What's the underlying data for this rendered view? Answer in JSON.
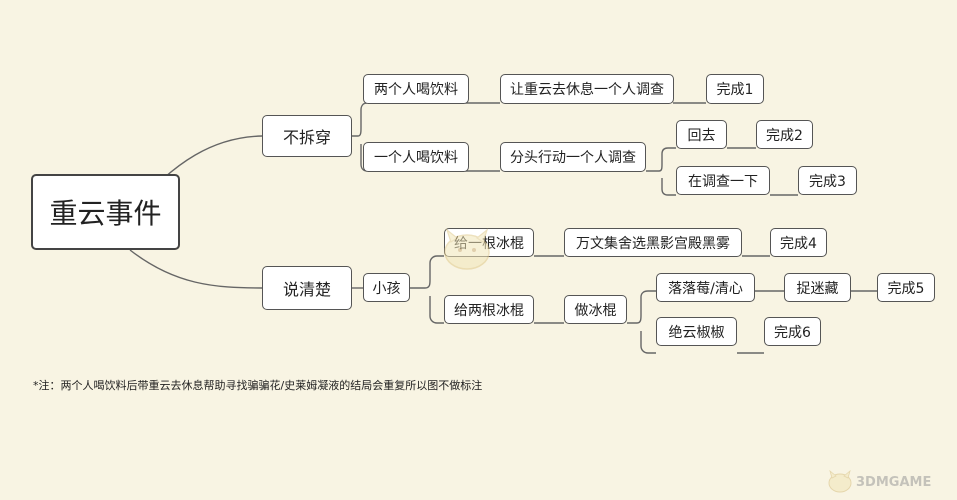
{
  "diagram": {
    "root": "重云事件",
    "branch_no_expose": "不拆穿",
    "branch_explain": "说清楚",
    "two_drink": "两个人喝饮料",
    "let_rest": "让重云去休息一个人调查",
    "done1": "完成1",
    "one_drink": "一个人喝饮料",
    "split_act": "分头行动一个人调查",
    "go_back": "回去",
    "done2": "完成2",
    "investigate_more": "在调查一下",
    "done3": "完成3",
    "kid": "小孩",
    "give_one": "给一根冰棍",
    "wanwen": "万文集舍选黑影宫殿黑雾",
    "done4": "完成4",
    "give_two": "给两根冰棍",
    "make_ice": "做冰棍",
    "luoluomei": "落落莓/清心",
    "catch_hide": "捉迷藏",
    "done5": "完成5",
    "jueyun": "绝云椒椒",
    "done6": "完成6"
  },
  "note": "*注：两个人喝饮料后带重云去休息帮助寻找骗骗花/史莱姆凝液的结局会重复所以图不做标注",
  "watermark": "3DMGAME",
  "colors": {
    "background": "#f8f4e3",
    "line": "#666666",
    "node_border": "#555555"
  }
}
